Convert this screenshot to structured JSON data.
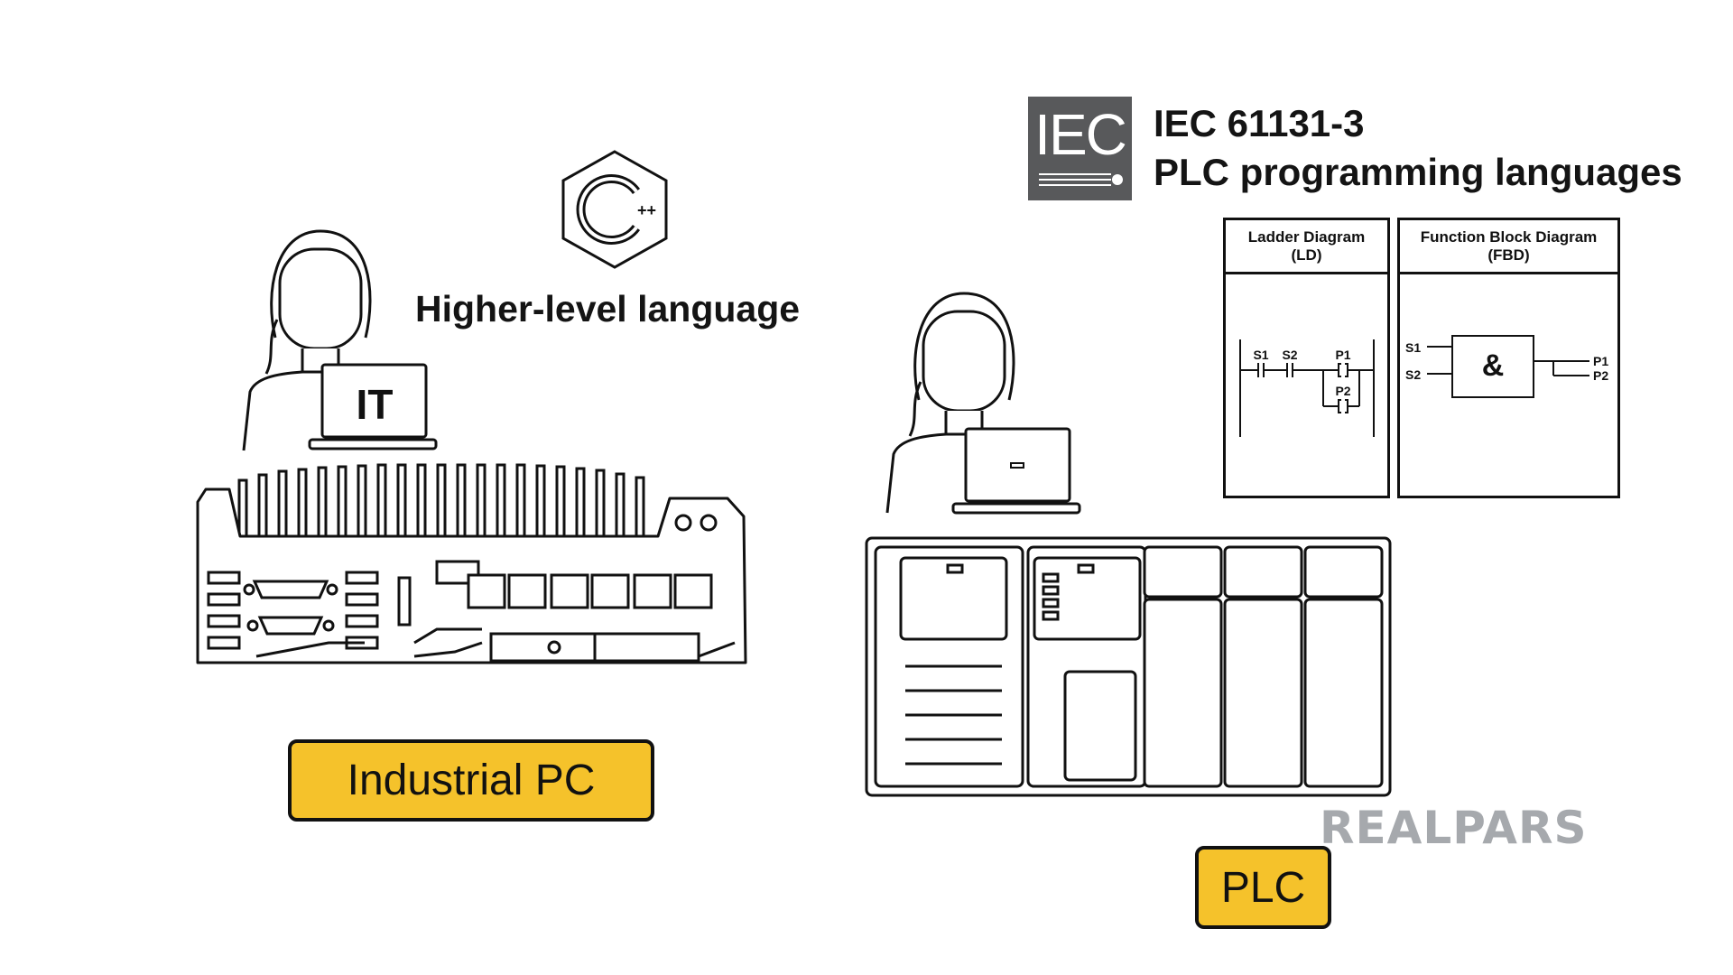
{
  "higher_level": {
    "heading": "Higher-level language"
  },
  "cpp_logo": {
    "glyph": "C",
    "plus": "++"
  },
  "it_laptop": {
    "label": "IT"
  },
  "industrial_pc": {
    "label": "Industrial PC"
  },
  "iec": {
    "logo_text": "IEC",
    "standard": "IEC 61131-3",
    "subtitle": "PLC programming languages"
  },
  "ladder_diagram": {
    "title": "Ladder Diagram",
    "abbr": "(LD)",
    "s1": "S1",
    "s2": "S2",
    "p1": "P1",
    "p2": "P2"
  },
  "function_block_diagram": {
    "title": "Function Block Diagram",
    "abbr": "(FBD)",
    "s1": "S1",
    "s2": "S2",
    "op": "&",
    "p1": "P1",
    "p2": "P2"
  },
  "plc": {
    "label": "PLC"
  },
  "watermark": "REALPARS",
  "colors": {
    "label_fill": "#f5c22b",
    "iec_logo": "#58595b",
    "watermark": "#a6a9ad"
  }
}
